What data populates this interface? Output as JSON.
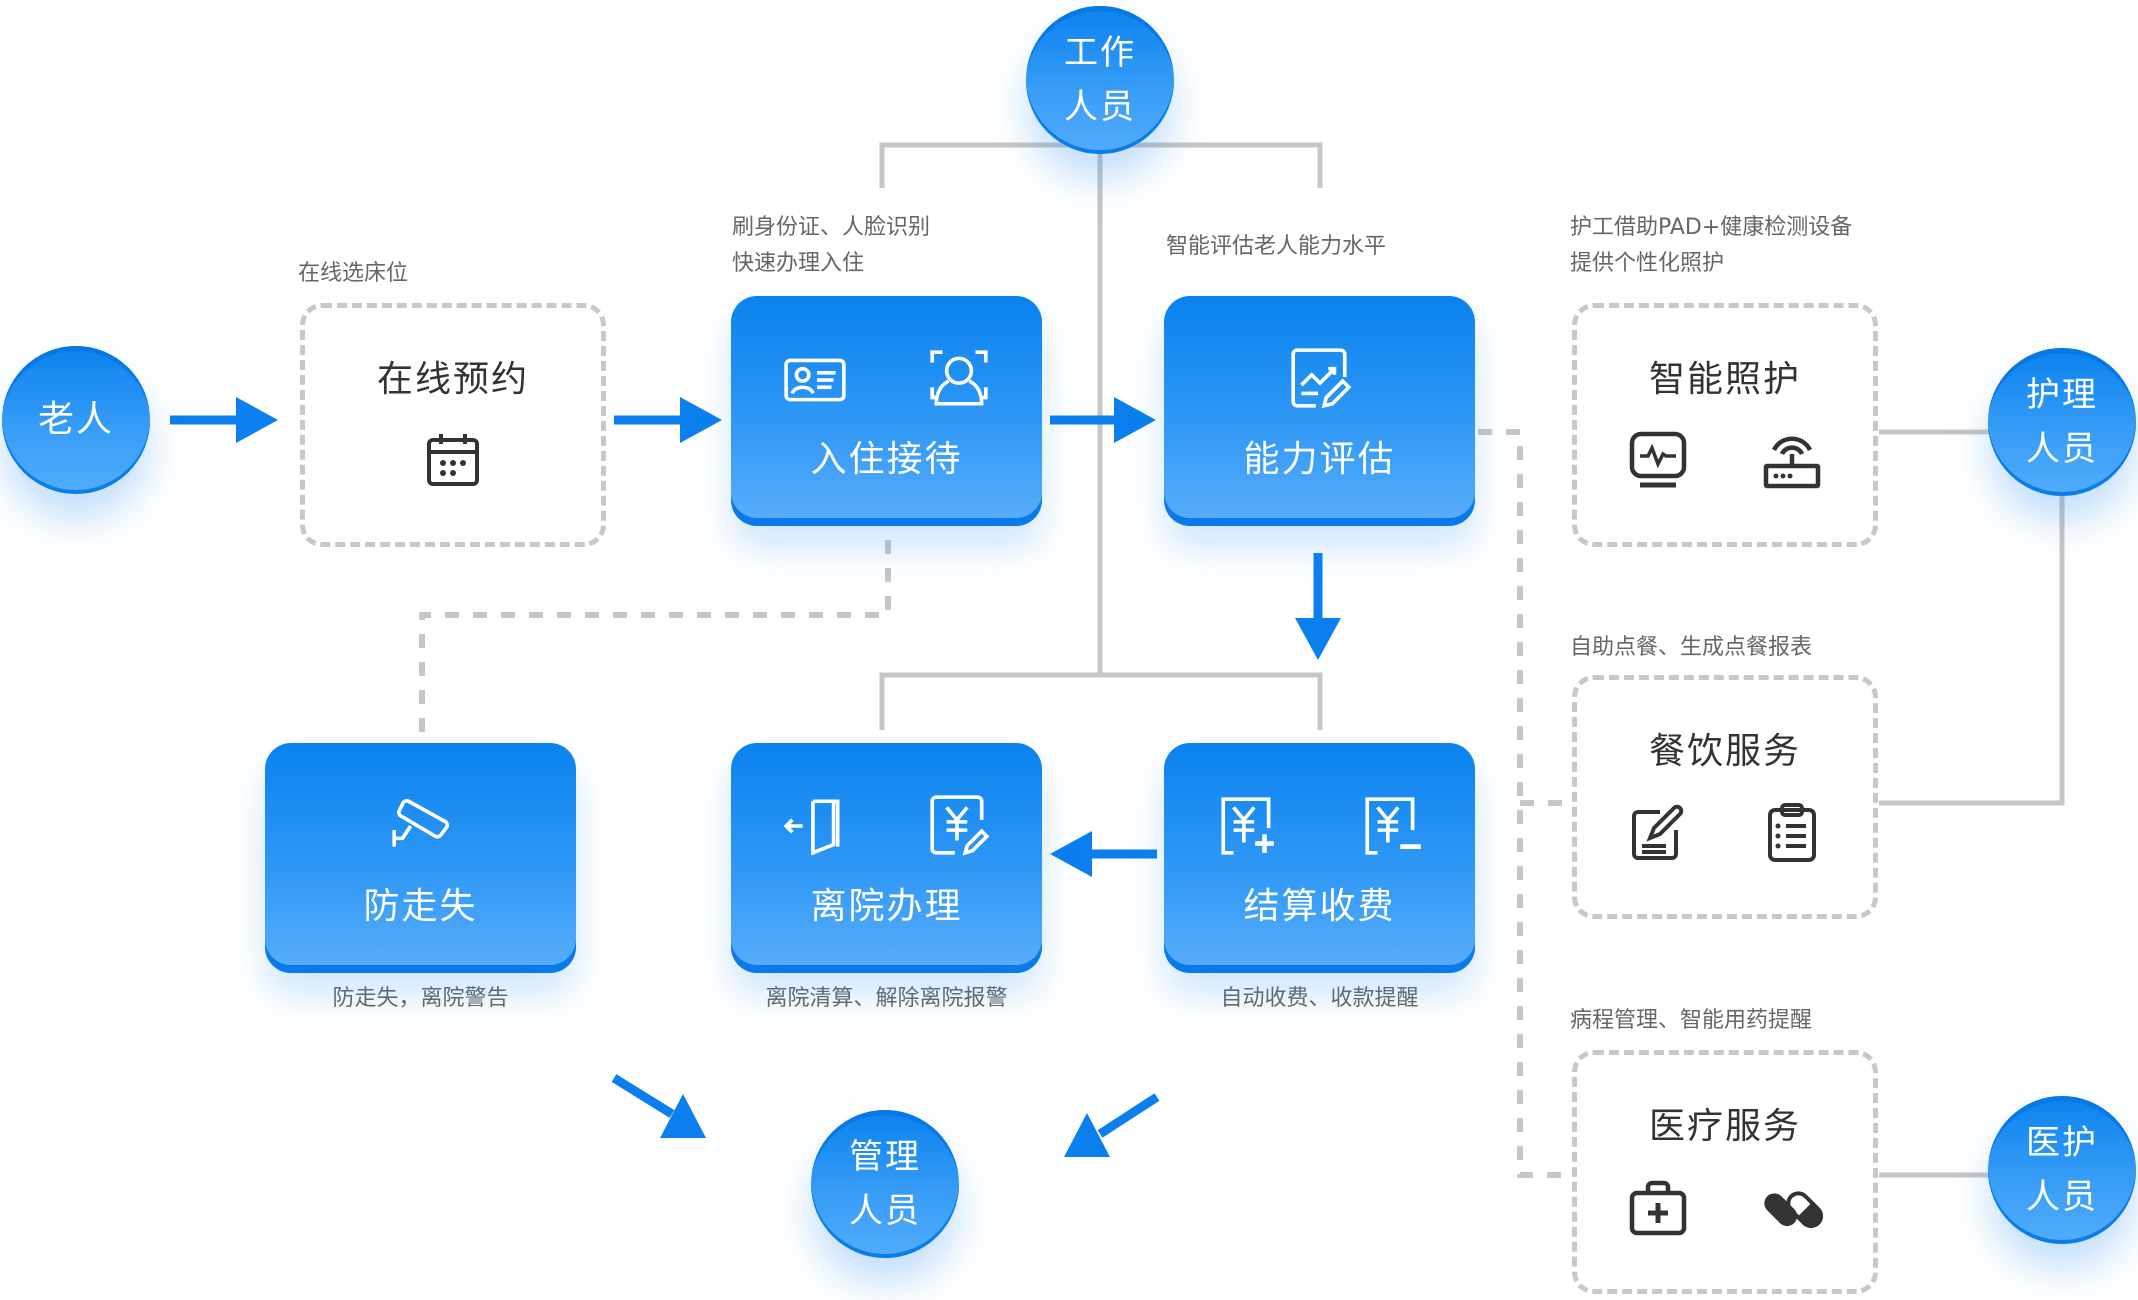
{
  "colors": {
    "accent": "#0a82ee",
    "accent_light": "#5aaefb",
    "line_gray": "#c6c6c6",
    "caption_gray": "#666666",
    "title_dark": "#333333"
  },
  "actors": {
    "elderly": "老人",
    "staff": [
      "工作",
      "人员"
    ],
    "nursing": [
      "护理",
      "人员"
    ],
    "medical": [
      "医护",
      "人员"
    ],
    "manager": [
      "管理",
      "人员"
    ]
  },
  "steps": {
    "online_booking": {
      "title": "在线预约",
      "caption": "在线选床位",
      "icons": [
        "calendar-icon"
      ]
    },
    "checkin": {
      "title": "入住接待",
      "caption": [
        "刷身份证、人脸识别",
        "快速办理入住"
      ],
      "icons": [
        "id-card-icon",
        "face-recognition-icon"
      ]
    },
    "assessment": {
      "title": "能力评估",
      "caption": "智能评估老人能力水平",
      "icons": [
        "chart-edit-icon"
      ]
    },
    "anti_wander": {
      "title": "防走失",
      "caption": "防走失，离院警告",
      "icons": [
        "surveillance-camera-icon"
      ]
    },
    "discharge": {
      "title": "离院办理",
      "caption": "离院清算、解除离院报警",
      "icons": [
        "exit-door-icon",
        "bill-edit-icon"
      ]
    },
    "billing": {
      "title": "结算收费",
      "caption": "自动收费、收款提醒",
      "icons": [
        "yuan-add-icon",
        "yuan-minus-icon"
      ]
    }
  },
  "services": {
    "smart_care": {
      "title": "智能照护",
      "caption": [
        "护工借助PAD+健康检测设备",
        "提供个性化照护"
      ],
      "icons": [
        "health-monitor-icon",
        "wireless-device-icon"
      ]
    },
    "catering": {
      "title": "餐饮服务",
      "caption": "自助点餐、生成点餐报表",
      "icons": [
        "order-edit-icon",
        "clipboard-list-icon"
      ]
    },
    "medical": {
      "title": "医疗服务",
      "caption": "病程管理、智能用药提醒",
      "icons": [
        "first-aid-kit-icon",
        "pills-icon"
      ]
    }
  }
}
